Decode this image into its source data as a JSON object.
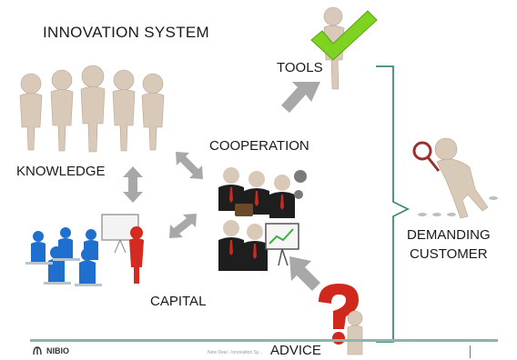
{
  "title": "INNOVATION SYSTEM",
  "nodes": {
    "tools": "TOOLS",
    "cooperation": "COOPERATION",
    "knowledge": "KNOWLEDGE",
    "demanding_line1": "DEMANDING",
    "demanding_line2": "CUSTOMER",
    "capital": "CAPITAL",
    "advice": "ADVICE"
  },
  "footer": {
    "logo_text": "NIBIO",
    "slide_text": "New Deal - Innovation Sy..."
  },
  "colors": {
    "arrow_gray": "#a8a8a8",
    "bracket_teal": "#3d8a7a",
    "footer_bar": "#8ab5ad",
    "check_green": "#7ed321",
    "question_red": "#d0281c",
    "shirt_blue": "#1f6fcf",
    "presenter_red": "#d42a1f",
    "figure_skin": "#d9c9b8"
  },
  "icons": [
    "checkmark-icon",
    "magnifier-icon",
    "question-mark-icon",
    "gear-icon",
    "chart-board-icon",
    "briefcase-icon"
  ]
}
